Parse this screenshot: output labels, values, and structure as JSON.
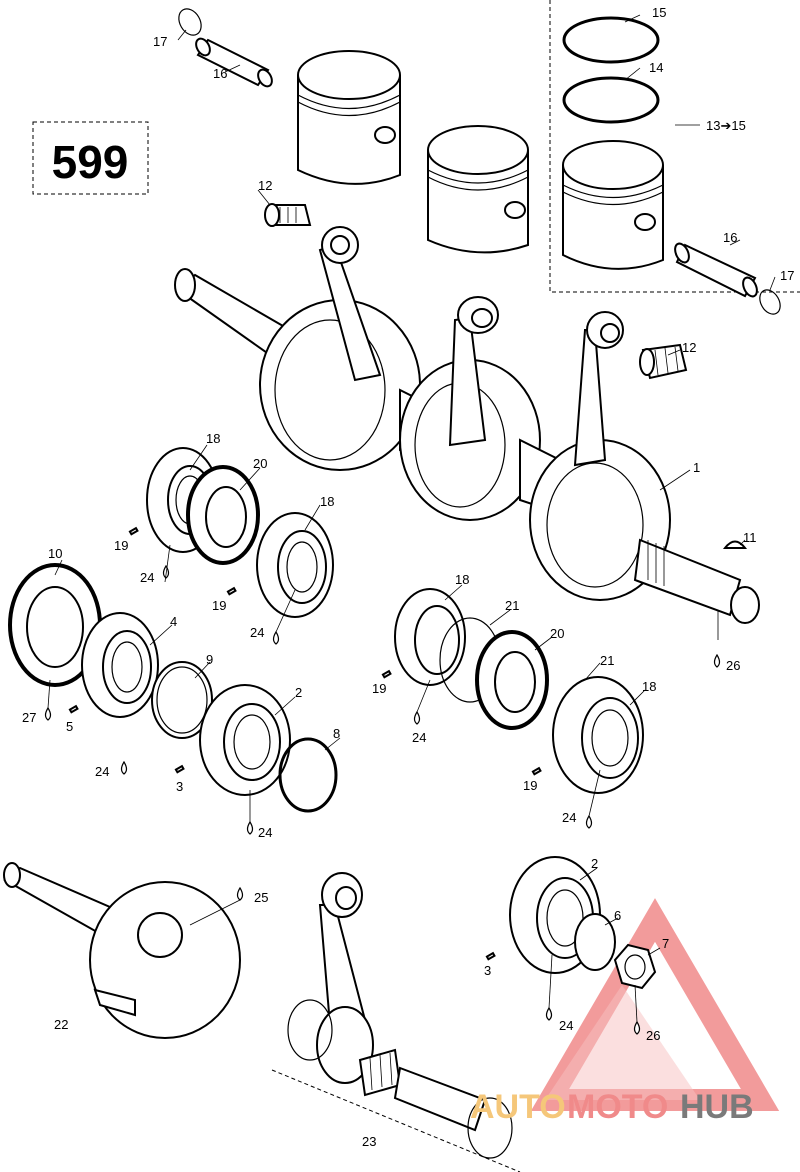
{
  "diagram": {
    "code": "599",
    "watermark": {
      "word_part1": "AUTO",
      "word_part2": "MOTO",
      "word_part3": "HUB",
      "color_primary": "#f08a8a",
      "color_secondary": "#f5c77a",
      "color_tertiary": "#7a7a7a"
    },
    "callouts": {
      "c1": "1",
      "c2a": "2",
      "c2b": "2",
      "c3a": "3",
      "c3b": "3",
      "c4": "4",
      "c5": "5",
      "c6": "6",
      "c7": "7",
      "c8": "8",
      "c9": "9",
      "c10": "10",
      "c11": "11",
      "c12a": "12",
      "c12b": "12",
      "c13": "13➔15",
      "c14": "14",
      "c15": "15",
      "c16a": "16",
      "c16b": "16",
      "c17a": "17",
      "c17b": "17",
      "c18a": "18",
      "c18b": "18",
      "c18c": "18",
      "c18d": "18",
      "c19a": "19",
      "c19b": "19",
      "c19c": "19",
      "c19d": "19",
      "c20a": "20",
      "c20b": "20",
      "c21a": "21",
      "c21b": "21",
      "c22": "22",
      "c23": "23",
      "c24a": "24",
      "c24b": "24",
      "c24c": "24",
      "c24d": "24",
      "c24e": "24",
      "c24f": "24",
      "c24g": "24",
      "c25": "25",
      "c26a": "26",
      "c26b": "26",
      "c27": "27"
    }
  }
}
